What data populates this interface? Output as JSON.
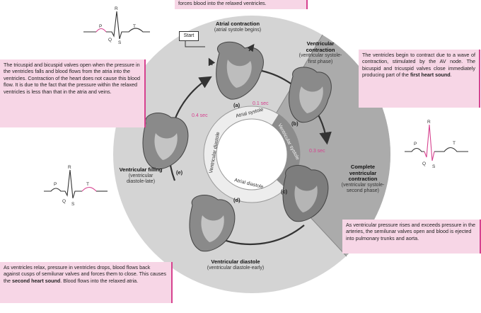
{
  "top_box": "forces blood into the relaxed ventricles.",
  "start_label": "Start",
  "phases": {
    "a": {
      "letter": "(a)",
      "title": "Atrial contraction",
      "subtitle": "(atrial systole begins)",
      "time": "0.1 sec"
    },
    "b": {
      "letter": "(b)",
      "title": "Ventricular contraction",
      "subtitle": "(ventricular systole-first phase)"
    },
    "c": {
      "letter": "(c)",
      "title": "Complete ventricular contraction",
      "subtitle": "(ventricular systole-second phase)",
      "time": "0.3 sec"
    },
    "d": {
      "letter": "(d)",
      "title": "Ventricular diastole",
      "subtitle": "(ventricular diastole-early)"
    },
    "e": {
      "letter": "(e)",
      "title": "Ventricular filling",
      "subtitle": "(ventricular diastole-late)",
      "time": "0.4 sec"
    }
  },
  "ring_labels": {
    "atrial_systole": "Atrial systole",
    "ventricular_systole": "Ventricular systole",
    "atrial_diastole": "Atrial diastole",
    "ventricular_diastole": "Ventricular diastole"
  },
  "boxes": {
    "left": "The tricuspid and bicuspid valves open when the pressure in the ventricles falls and blood flows from the atria into the ventricles. Contraction of the heart does not cause this blood flow. It is due to the fact that the pressure within the relaxed ventricles is less than that in the atria and veins.",
    "right_top_pre": "The ventricles begin to contract due to a wave of contraction, stimulated by the AV node. The bicuspid and tricuspid valves close immediately producing part of the",
    "right_top_bold": "first heart sound",
    "right_top_post": ".",
    "right_bottom": "As ventricular pressure rises and exceeds pressure in the arteries, the semilunar valves open and blood is ejected into pulmonary trunks and aorta.",
    "bottom_left_pre": "As ventricles relax, pressure in ventricles drops, blood flows back against cusps of semilunar valves and forces them to close. This causes the",
    "bottom_left_bold": "second heart sound",
    "bottom_left_post": ". Blood flows into the relaxed atria."
  },
  "ecg_labels": {
    "p": "P",
    "q": "Q",
    "r": "R",
    "s": "S",
    "t": "T"
  },
  "colors": {
    "highlight": "#d6428f",
    "box_fill": "#f7d6e6",
    "ring_light": "#d4d4d4",
    "ring_dark": "#a9a9a9"
  }
}
